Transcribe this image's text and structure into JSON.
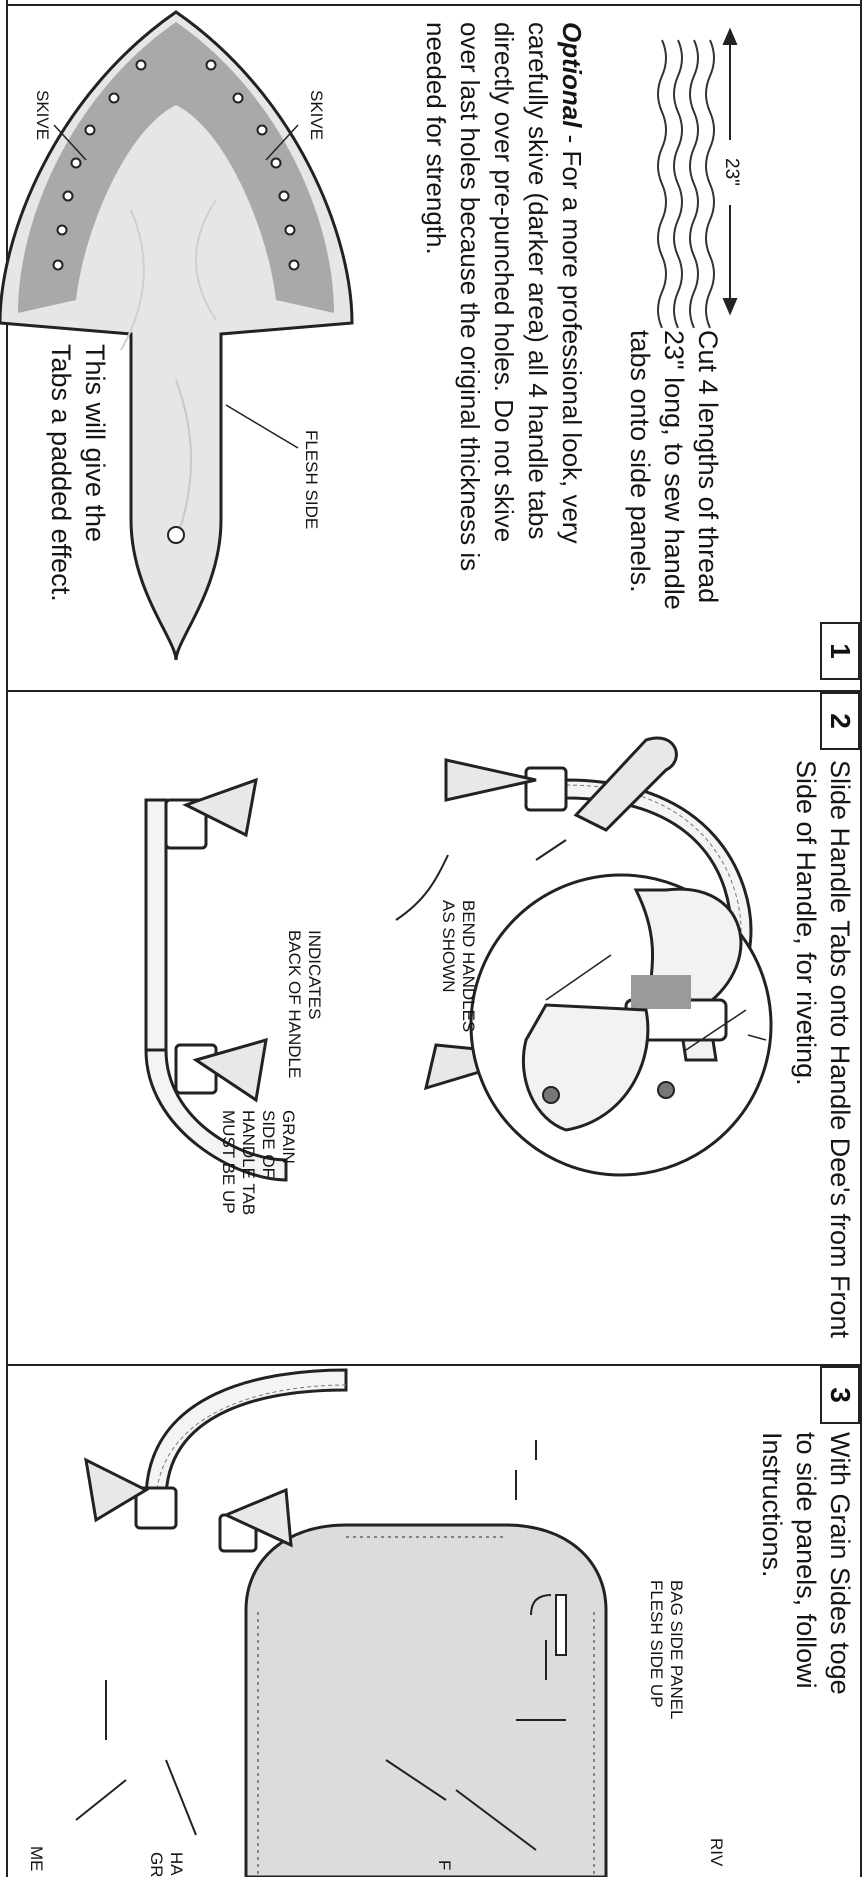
{
  "steps": [
    {
      "number": "1",
      "thread_length": "23\"",
      "cut_text": [
        "Cut 4 lengths of thread",
        "23\" long, to sew handle",
        "tabs onto side panels."
      ],
      "optional_label": "Optional",
      "optional_lines": [
        " - For a more professional look, very",
        "carefully skive (darker area) all 4 handle tabs",
        "directly over pre-punched holes. Do not skive",
        "over last holes because the original thickness is",
        "needed for strength."
      ],
      "label_skive_top": "SKIVE",
      "label_skive_bottom": "SKIVE",
      "label_flesh_side": "FLESH SIDE",
      "padded_text": [
        "This will give the",
        "Tabs a padded effect."
      ]
    },
    {
      "number": "2",
      "instruction": [
        "Slide Handle Tabs onto Handle Dee's from Front",
        "Side of Handle, for riveting."
      ],
      "label_bend": [
        "BEND HANDLES",
        "AS SHOWN"
      ],
      "label_indicates": [
        "INDICATES",
        "BACK OF HANDLE"
      ],
      "label_grain": [
        "GRAIN",
        "SIDE OF",
        "HANDLE TAB",
        "MUST BE UP"
      ]
    },
    {
      "number": "3",
      "instruction": [
        "With Grain Sides toge",
        "to side panels, followi",
        "Instructions."
      ],
      "label_bag_panel": [
        "BAG SIDE PANEL",
        "FLESH SIDE UP"
      ],
      "label_riv": "RIV",
      "label_f": "F",
      "label_handle": [
        "HA",
        "GR"
      ],
      "label_me": "ME"
    }
  ],
  "colors": {
    "ink": "#222222",
    "skive": "#a9a9a9",
    "leather": "#e6e6e6",
    "panel": "#dcdcdc"
  }
}
